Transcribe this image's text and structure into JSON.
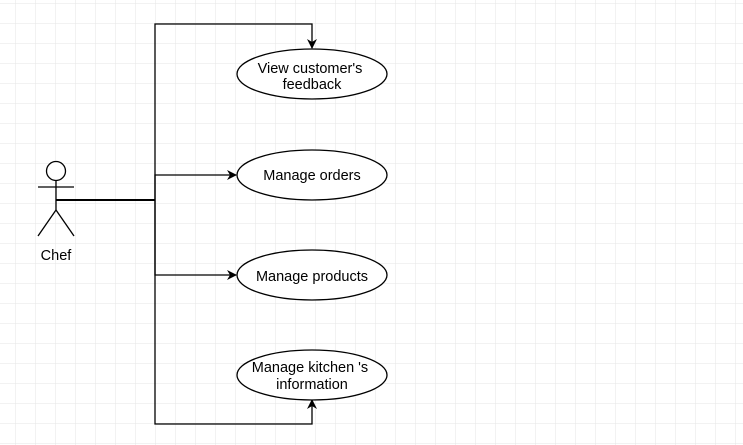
{
  "diagram": {
    "actor": {
      "name": "Chef",
      "icon": "stick-figure-actor-icon"
    },
    "use_cases": [
      {
        "lines": [
          "View customer's",
          "feedback"
        ]
      },
      {
        "lines": [
          "Manage orders"
        ]
      },
      {
        "lines": [
          "Manage products"
        ]
      },
      {
        "lines": [
          "Manage kitchen 's",
          "information"
        ]
      }
    ]
  },
  "colors": {
    "background": "#ffffff",
    "grid": "#e6e6e6",
    "stroke": "#000000"
  }
}
